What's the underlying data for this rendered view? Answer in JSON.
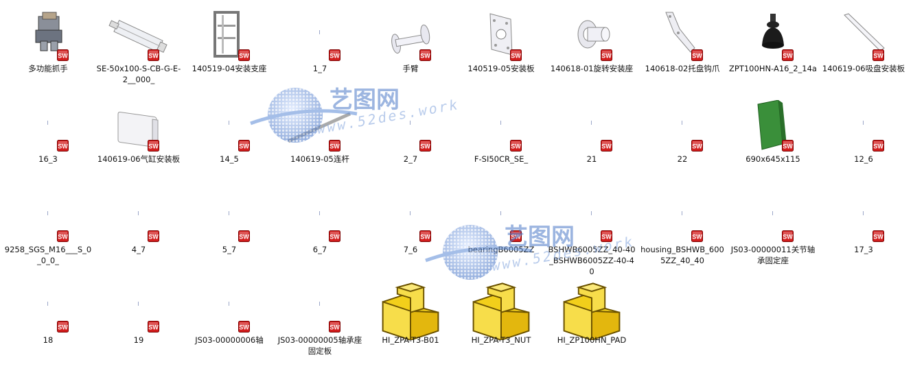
{
  "files": [
    {
      "name": "多功能抓手",
      "thumb": "gripper"
    },
    {
      "name": "SE-50x100-S-CB-G-E-2__000_",
      "thumb": "cylinder"
    },
    {
      "name": "140519-04安装支座",
      "thumb": "frame"
    },
    {
      "name": "1_7",
      "thumb": "blank"
    },
    {
      "name": "手臂",
      "thumb": "arm"
    },
    {
      "name": "140519-05安装板",
      "thumb": "plate"
    },
    {
      "name": "140618-01旋转安装座",
      "thumb": "flange"
    },
    {
      "name": "140618-02托盘钩爪",
      "thumb": "hook"
    },
    {
      "name": "ZPT100HN-A16_2_14a",
      "thumb": "suction"
    },
    {
      "name": "140619-06吸盘安装板",
      "thumb": "bar"
    },
    {
      "name": "16_3",
      "thumb": "blank"
    },
    {
      "name": "140619-06气缸安装板",
      "thumb": "box"
    },
    {
      "name": "14_5",
      "thumb": "blank"
    },
    {
      "name": "140619-05连杆",
      "thumb": "rod"
    },
    {
      "name": "2_7",
      "thumb": "blank"
    },
    {
      "name": "F-SI50CR_SE_",
      "thumb": "blank"
    },
    {
      "name": "21",
      "thumb": "blank"
    },
    {
      "name": "22",
      "thumb": "blank"
    },
    {
      "name": "690x645x115",
      "thumb": "greenblock"
    },
    {
      "name": "12_6",
      "thumb": "blank"
    },
    {
      "name": "9258_SGS_M16___S_0_0_0_",
      "thumb": "blank"
    },
    {
      "name": "4_7",
      "thumb": "blank"
    },
    {
      "name": "5_7",
      "thumb": "blank"
    },
    {
      "name": "6_7",
      "thumb": "blank"
    },
    {
      "name": "7_6",
      "thumb": "blank"
    },
    {
      "name": "bearingB6005ZZ",
      "thumb": "blank"
    },
    {
      "name": "BSHWB6005ZZ_40-40_BSHWB6005ZZ-40-40",
      "thumb": "blank"
    },
    {
      "name": "housing_BSHWB_6005ZZ_40_40",
      "thumb": "blank"
    },
    {
      "name": "JS03-00000011关节轴承固定座",
      "thumb": "blank"
    },
    {
      "name": "17_3",
      "thumb": "blank"
    },
    {
      "name": "18",
      "thumb": "blank"
    },
    {
      "name": "19",
      "thumb": "blank"
    },
    {
      "name": "JS03-00000006轴",
      "thumb": "blank"
    },
    {
      "name": "JS03-00000005轴承座固定板",
      "thumb": "blank"
    },
    {
      "name": "HI_ZPA-T3-B01",
      "thumb": "assembly"
    },
    {
      "name": "HI_ZPA-T3_NUT",
      "thumb": "assembly"
    },
    {
      "name": "HI_ZP100HN_PAD",
      "thumb": "assembly"
    }
  ],
  "watermark": {
    "brand": "艺图网",
    "url": "www.52des.work"
  },
  "badge_text": "SW",
  "colors": {
    "sw_red": "#d21d1d",
    "assembly_yellow": "#f2cf1b",
    "watermark_blue": "#4d79c8"
  }
}
